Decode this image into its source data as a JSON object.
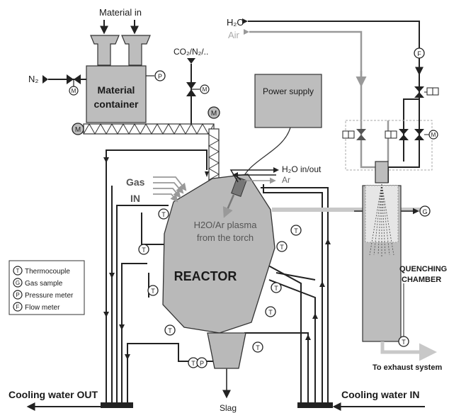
{
  "labels": {
    "material_in": "Material in",
    "h2o_top": "H₂O",
    "air": "Air",
    "co2_n2": "CO₂/N₂/..",
    "n2": "N₂",
    "material_container_1": "Material",
    "material_container_2": "container",
    "power_supply": "Power supply",
    "gas_in_1": "Gas",
    "gas_in_2": "IN",
    "h2o_inout": "H₂O in/out",
    "ar": "Ar",
    "plasma_1": "H2O/Ar plasma",
    "plasma_2": "from the torch",
    "reactor": "REACTOR",
    "quenching_1": "QUENCHING",
    "quenching_2": "CHAMBER",
    "exhaust": "To exhaust system",
    "cooling_out": "Cooling water OUT",
    "cooling_in": "Cooling water IN",
    "slag": "Slag"
  },
  "legend": [
    {
      "symbol": "T",
      "text": "Thermocouple"
    },
    {
      "symbol": "G",
      "text": "Gas sample"
    },
    {
      "symbol": "P",
      "text": "Pressure meter"
    },
    {
      "symbol": "F",
      "text": "Flow meter"
    }
  ],
  "symbols": {
    "T": "T",
    "G": "G",
    "P": "P",
    "F": "F",
    "M": "M"
  },
  "colors": {
    "reactor_fill": "#b9b9b9",
    "box_fill": "#bdbdbd",
    "line": "#222222",
    "grey_line": "#9a9a9a",
    "light_line": "#c8c8c8"
  }
}
